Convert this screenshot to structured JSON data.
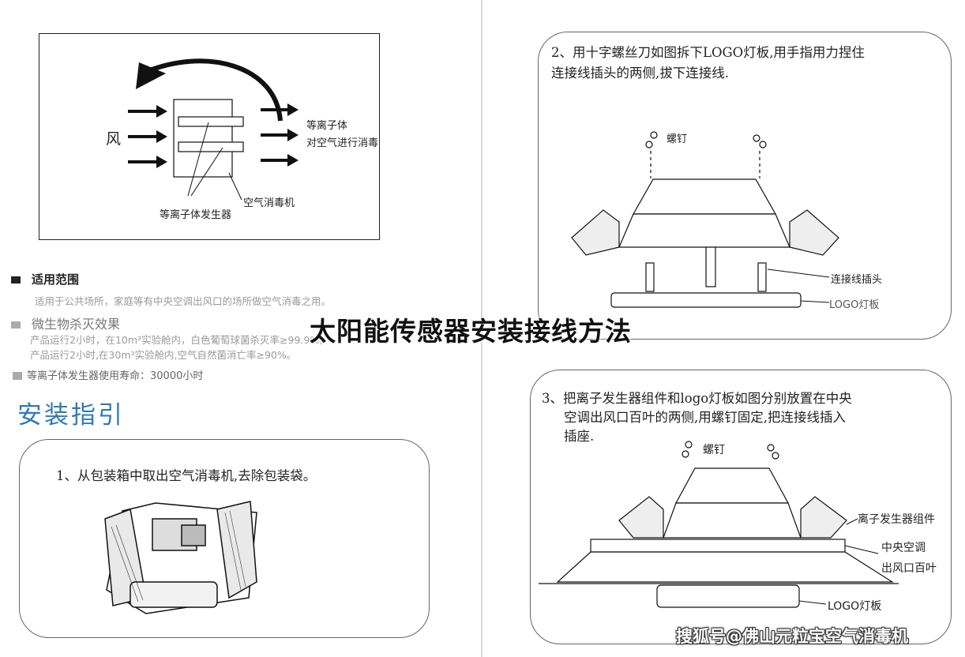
{
  "diagram": {
    "wind_label": "风",
    "plasma_line1": "等离子体",
    "plasma_line2": "对空气进行消毒",
    "generator_label": "等离子体发生器",
    "device_label": "空气消毒机"
  },
  "scope": {
    "heading": "适用范围",
    "text": "适用于公共场所，家庭等有中央空调出风口的场所做空气消毒之用。"
  },
  "microbe": {
    "heading": "微生物杀灭效果",
    "line1": "产品运行2小时，在10m³实验舱内，白色葡萄球菌杀灭率≥99.9%。",
    "line2": "产品运行2小时,在30m³实验舱内,空气自然菌消亡率≥90%。"
  },
  "lifetime": {
    "text": "等离子体发生器使用寿命：30000小时"
  },
  "install": {
    "title": "安装指引"
  },
  "steps": [
    {
      "text": "1、从包装箱中取出空气消毒机,去除包装袋。"
    },
    {
      "line1": "2、用十字螺丝刀如图拆下LOGO灯板,用手指用力捏住",
      "line2": "连接线插头的两侧,拔下连接线.",
      "screw_label": "螺钉",
      "connector_label": "连接线插头",
      "logo_label": "LOGO灯板"
    },
    {
      "line1": "3、把离子发生器组件和logo灯板如图分别放置在中央",
      "line2": "空调出风口百叶的两侧,用螺钉固定,把连接线插入",
      "line3": "插座.",
      "screw_label": "螺钉",
      "ion_label": "离子发生器组件",
      "ac_label1": "中央空调",
      "ac_label2": "出风口百叶",
      "logo_label": "LOGO灯板"
    }
  ],
  "overlay": {
    "headline": "太阳能传感器安装接线方法",
    "watermark": "搜狐号@佛山元粒宝空气消毒机"
  }
}
